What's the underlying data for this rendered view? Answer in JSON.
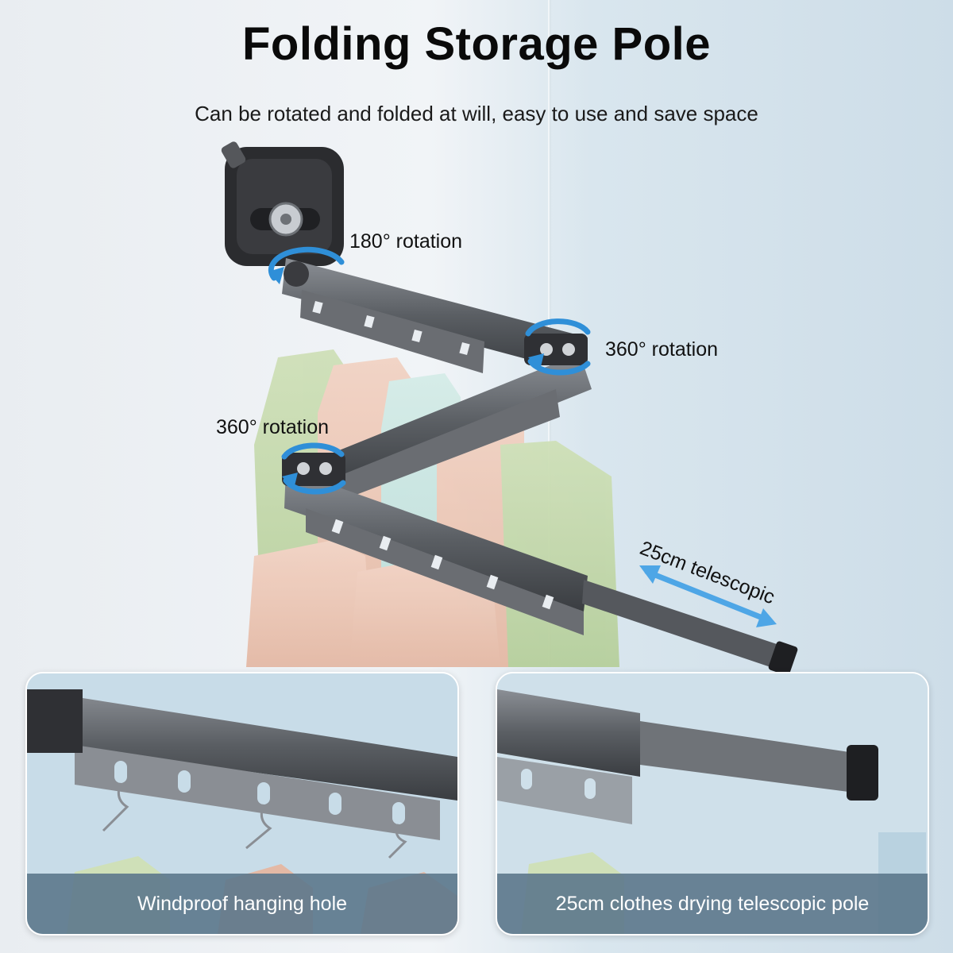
{
  "title": "Folding Storage Pole",
  "subtitle": "Can be rotated and folded at will, easy to use and save space",
  "annotations": {
    "rotation_180": "180° rotation",
    "rotation_360_top": "360° rotation",
    "rotation_360_left": "360° rotation",
    "telescopic": "25cm telescopic"
  },
  "panels": {
    "left_caption": "Windproof hanging hole",
    "right_caption": "25cm clothes drying telescopic pole"
  },
  "colors": {
    "pole": "#4a4d52",
    "accent_arrow": "#2f8fd8",
    "caption_bar": "#5c788c"
  }
}
